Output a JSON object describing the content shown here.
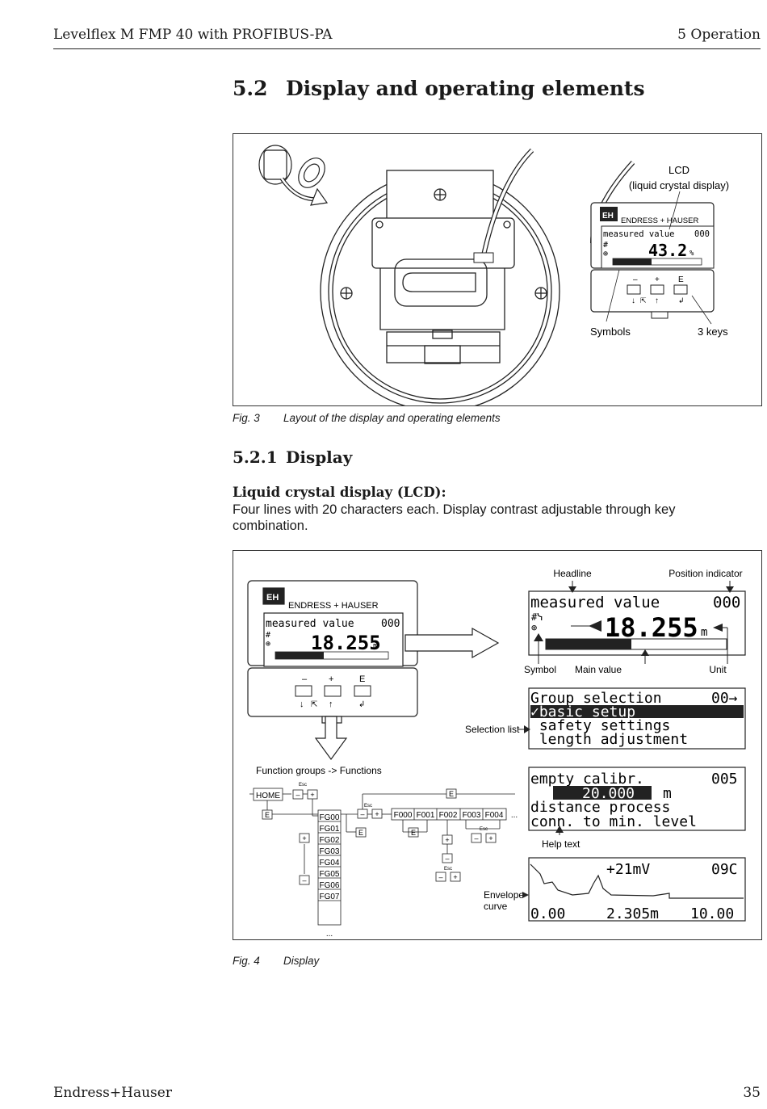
{
  "header": {
    "left": "Levelflex M FMP 40 with PROFIBUS-PA",
    "right": "5 Operation"
  },
  "section": {
    "number": "5.2",
    "title": "Display and operating elements"
  },
  "fig3": {
    "lcd_label_1": "LCD",
    "lcd_label_2": "(liquid crystal display)",
    "brand": "ENDRESS + HAUSER",
    "lcd_line1": "measured value",
    "lcd_pos": "000",
    "lcd_value": "43.2",
    "lcd_unit": "%",
    "key_minus": "–",
    "key_plus": "+",
    "key_e": "E",
    "symbols_label": "Symbols",
    "keys_label": "3 keys",
    "caption_num": "Fig. 3",
    "caption_text": "Layout of the display and operating elements"
  },
  "subsection": {
    "number": "5.2.1",
    "title": "Display"
  },
  "lcd_heading": "Liquid crystal display (LCD):",
  "lcd_para": "Four lines with 20 characters each. Display contrast adjustable through key combination.",
  "fig4": {
    "brand": "ENDRESS + HAUSER",
    "small_line1": "measured value",
    "small_pos": "000",
    "small_value": "18.255",
    "small_unit": "m",
    "key_minus": "–",
    "key_plus": "+",
    "key_e": "E",
    "headline_label": "Headline",
    "position_label": "Position indicator",
    "big_line1": "measured value",
    "big_pos": "000",
    "big_value": "18.255",
    "big_unit": "m",
    "symbol_label": "Symbol",
    "mainvalue_label": "Main value",
    "unit_label": "Unit",
    "sel_line1": "Group selection",
    "sel_pos": "00→",
    "sel_line2": "✓basic setup",
    "sel_line3": " safety settings",
    "sel_line4": " length adjustment",
    "selection_label": "Selection list",
    "help_line1": "empty calibr.",
    "help_pos": "005",
    "help_value": "20.000",
    "help_unit": "m",
    "help_line3": "distance process",
    "help_line4": "conn. to min. level",
    "help_label": "Help text",
    "env_top": "+21mV",
    "env_pos": "09C",
    "env_b1": "0.00",
    "env_b2": "2.305m",
    "env_b3": "10.00",
    "env_label1": "Envelope",
    "env_label2": "curve",
    "fg_title": "Function groups -> Functions",
    "home": "HOME",
    "esc": "Esc",
    "fg_items": [
      "FG00",
      "FG01",
      "FG02",
      "FG03",
      "FG04",
      "FG05",
      "FG06",
      "FG07"
    ],
    "f_items": [
      "F000",
      "F001",
      "F002",
      "F003",
      "F004"
    ],
    "dots": "...",
    "caption_num": "Fig. 4",
    "caption_text": "Display"
  },
  "footer": {
    "left": "Endress+Hauser",
    "right": "35"
  }
}
